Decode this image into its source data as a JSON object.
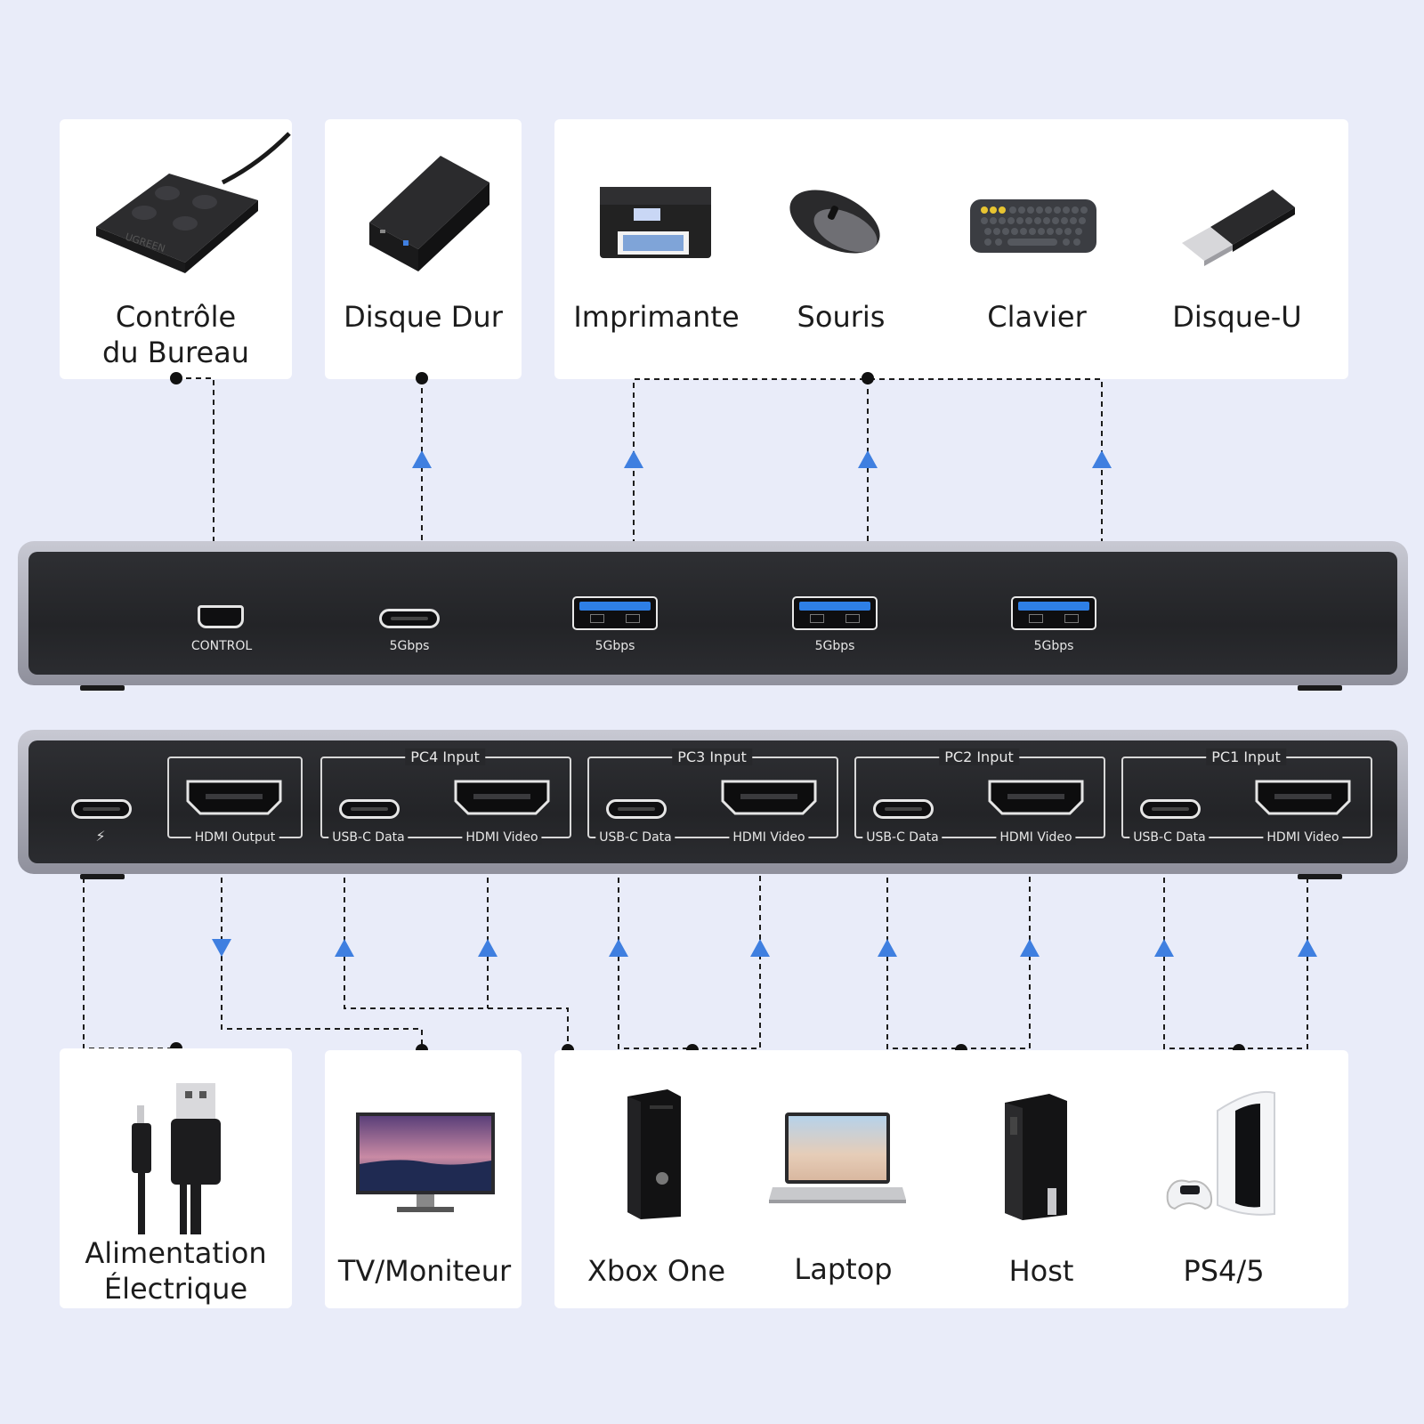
{
  "top_devices": {
    "control": "Contrôle\ndu Bureau",
    "hdd": "Disque Dur",
    "printer": "Imprimante",
    "mouse": "Souris",
    "keyboard": "Clavier",
    "usb_drive": "Disque-U"
  },
  "rear_panel": {
    "control_label": "CONTROL",
    "usbc_speed": "5Gbps",
    "usba1_speed": "5Gbps",
    "usba2_speed": "5Gbps",
    "usba3_speed": "5Gbps"
  },
  "front_panel": {
    "power_glyph": "⚡",
    "hdmi_output": "HDMI Output",
    "groups": [
      {
        "title": "PC4 Input",
        "usbc": "USB-C Data",
        "hdmi": "HDMI Video"
      },
      {
        "title": "PC3 Input",
        "usbc": "USB-C Data",
        "hdmi": "HDMI Video"
      },
      {
        "title": "PC2 Input",
        "usbc": "USB-C Data",
        "hdmi": "HDMI Video"
      },
      {
        "title": "PC1 Input",
        "usbc": "USB-C Data",
        "hdmi": "HDMI Video"
      }
    ]
  },
  "bottom_devices": {
    "power": "Alimentation\nÉlectrique",
    "tv": "TV/Moniteur",
    "xbox": "Xbox One",
    "laptop": "Laptop",
    "host": "Host",
    "ps": "PS4/5"
  },
  "colors": {
    "background": "#e9ecf9",
    "arrow": "#3f7fe0",
    "panel": "#27282b",
    "usb_blue": "#2e7fe6"
  },
  "icons": [
    "desktop-controller-icon",
    "hard-drive-enclosure-icon",
    "printer-icon",
    "mouse-icon",
    "keyboard-icon",
    "usb-flash-drive-icon",
    "usb-cable-icon",
    "monitor-icon",
    "xbox-console-icon",
    "laptop-icon",
    "tower-pc-icon",
    "playstation-console-icon"
  ]
}
